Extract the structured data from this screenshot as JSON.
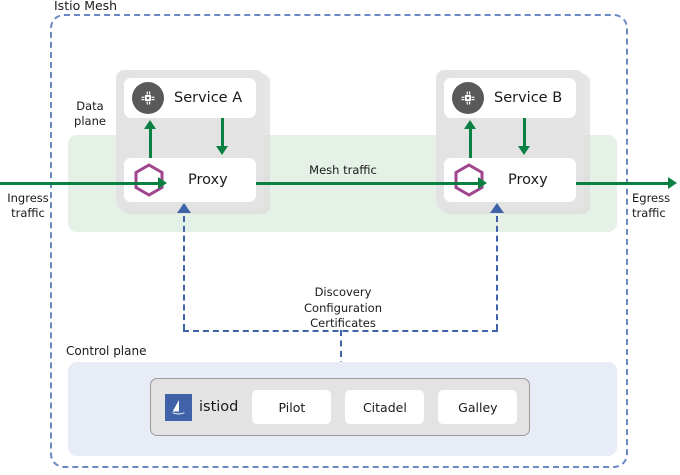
{
  "diagram": {
    "title": "Istio Mesh",
    "mesh_label": "Istio Mesh",
    "data_plane_label": "Data plane",
    "control_plane_label": "Control plane",
    "discovery_label_lines": [
      "Discovery",
      "Configuration",
      "Certificates"
    ],
    "discovery_label": "Discovery\nConfiguration\nCertificates"
  },
  "traffic": {
    "ingress": "Ingress\ntraffic",
    "ingress_line1": "Ingress",
    "ingress_line2": "traffic",
    "egress": "Egress\ntraffic",
    "egress_line1": "Egress",
    "egress_line2": "traffic",
    "mesh": "Mesh traffic"
  },
  "pods": [
    {
      "id": "pod-a",
      "service_label": "Service A",
      "proxy_label": "Proxy",
      "service_icon": "cpu-chip-icon",
      "proxy_icon": "envoy-hexagon-icon"
    },
    {
      "id": "pod-b",
      "service_label": "Service B",
      "proxy_label": "Proxy",
      "service_icon": "cpu-chip-icon",
      "proxy_icon": "envoy-hexagon-icon"
    }
  ],
  "control_plane": {
    "istiod_name": "istiod",
    "istiod_logo": "istio-sailboat-icon",
    "components": [
      {
        "label": "Pilot"
      },
      {
        "label": "Citadel"
      },
      {
        "label": "Galley"
      }
    ]
  },
  "colors": {
    "mesh_border": "#6b88c4",
    "data_plane_band": "#e5f0e7",
    "control_plane_band": "#e8ecf7",
    "traffic_arrow": "#0b8043",
    "config_arrow": "#3f62a8",
    "pod_box": "#e3e3e3",
    "service_icon": "#595959",
    "proxy_hexagon": "#a1458f",
    "istiod_logo_bg": "#3f62a8"
  }
}
